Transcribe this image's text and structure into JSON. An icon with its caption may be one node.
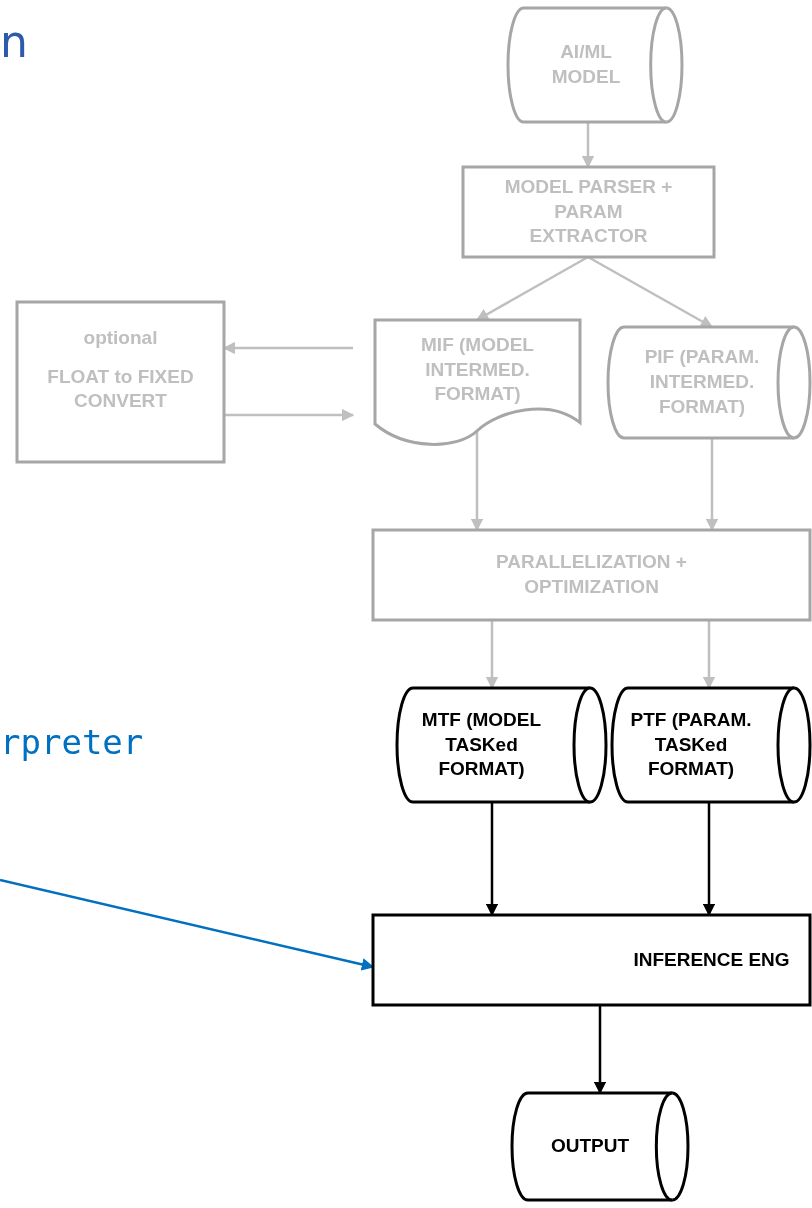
{
  "diagram": {
    "nodes": [
      {
        "text": [
          "AI/ML MODEL"
        ]
      },
      {
        "text": [
          "MODEL PARSER + PARAM EXTRACTOR"
        ]
      },
      {
        "text": [
          "optional",
          "FLOAT to FIXED CONVERT"
        ]
      },
      {
        "text": [
          "MIF (MODEL INTERMED. FORMAT)"
        ]
      },
      {
        "text": [
          "PIF (PARAM. INTERMED. FORMAT)"
        ]
      },
      {
        "text": [
          "PARALLELIZATION + OPTIMIZATION"
        ]
      },
      {
        "text": [
          "MTF (MODEL TASKed FORMAT)"
        ]
      },
      {
        "text": [
          "PTF (PARAM. TASKed FORMAT)"
        ]
      },
      {
        "text": [
          "INFERENCE ENG"
        ]
      },
      {
        "text": [
          "OUTPUT"
        ]
      }
    ],
    "edges": [
      {
        "from": 0,
        "to": 1,
        "arrow": "to"
      },
      {
        "from": 1,
        "to": 3,
        "arrow": "to"
      },
      {
        "from": 1,
        "to": 4,
        "arrow": "to"
      },
      {
        "from": 3,
        "to": 2,
        "arrow": "to"
      },
      {
        "from": 2,
        "to": 3,
        "arrow": "to"
      },
      {
        "from": 3,
        "to": 5,
        "arrow": "to"
      },
      {
        "from": 4,
        "to": 5,
        "arrow": "to"
      },
      {
        "from": 5,
        "to": 6,
        "arrow": "to"
      },
      {
        "from": 5,
        "to": 7,
        "arrow": "to"
      },
      {
        "from": 6,
        "to": 8,
        "arrow": "to",
        "color": "#000000"
      },
      {
        "from": 7,
        "to": 8,
        "arrow": "to",
        "color": "#000000"
      },
      {
        "from": 8,
        "to": 9,
        "arrow": "to",
        "color": "#000000"
      },
      {
        "from": null,
        "to": 8,
        "arrow": "to",
        "color": "#0070c0"
      }
    ],
    "labels": [
      "n",
      "rpreter"
    ]
  }
}
